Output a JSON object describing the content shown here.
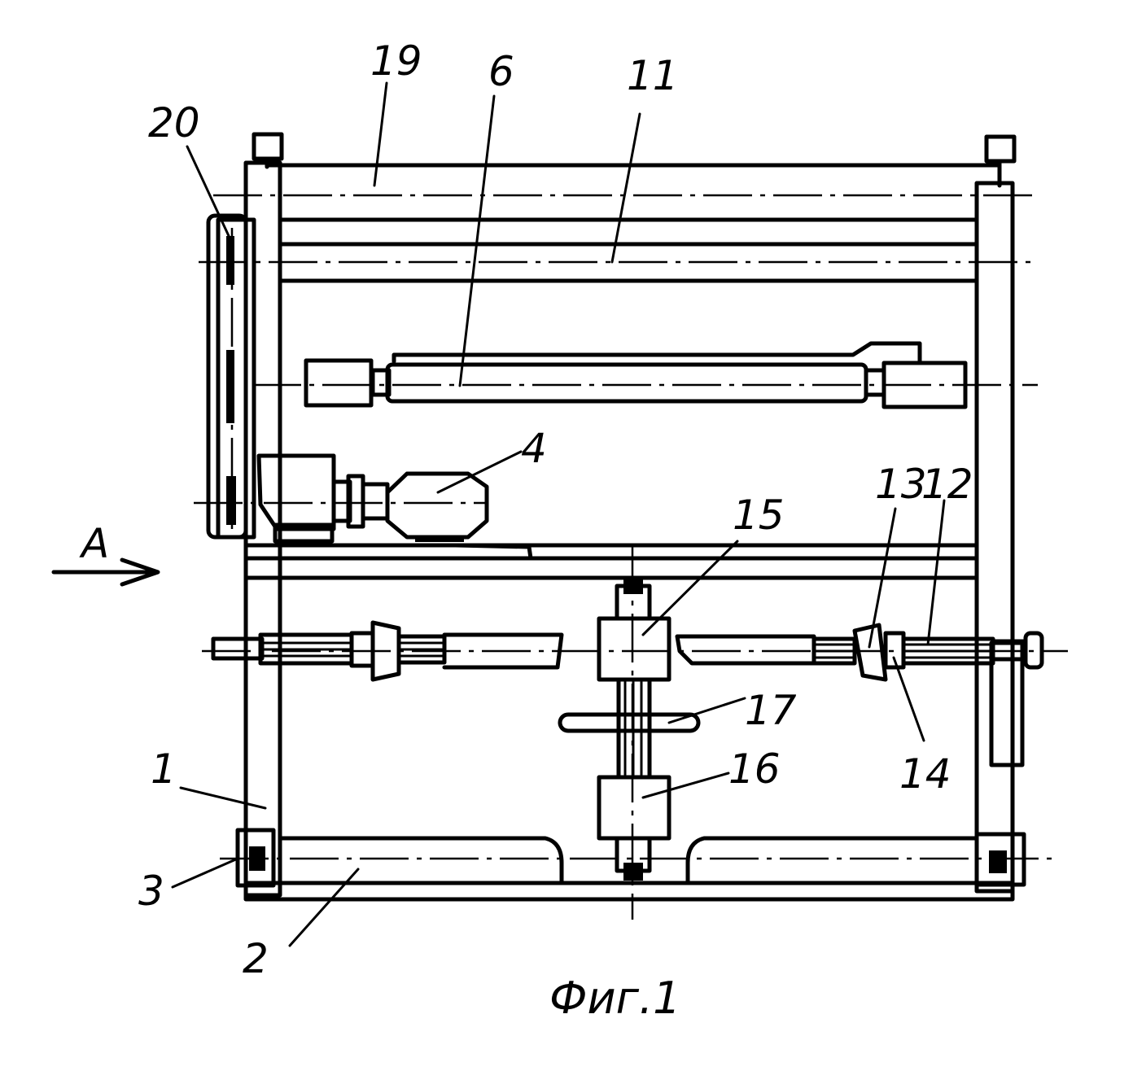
{
  "figure": {
    "caption": "Фиг.1",
    "view_arrow_label": "A"
  },
  "callouts": {
    "c19": "19",
    "c6": "6",
    "c11": "11",
    "c20": "20",
    "c4": "4",
    "c15": "15",
    "c13": "13",
    "c12": "12",
    "c17": "17",
    "c16": "16",
    "c14": "14",
    "c1": "1",
    "c3": "3",
    "c2": "2"
  }
}
